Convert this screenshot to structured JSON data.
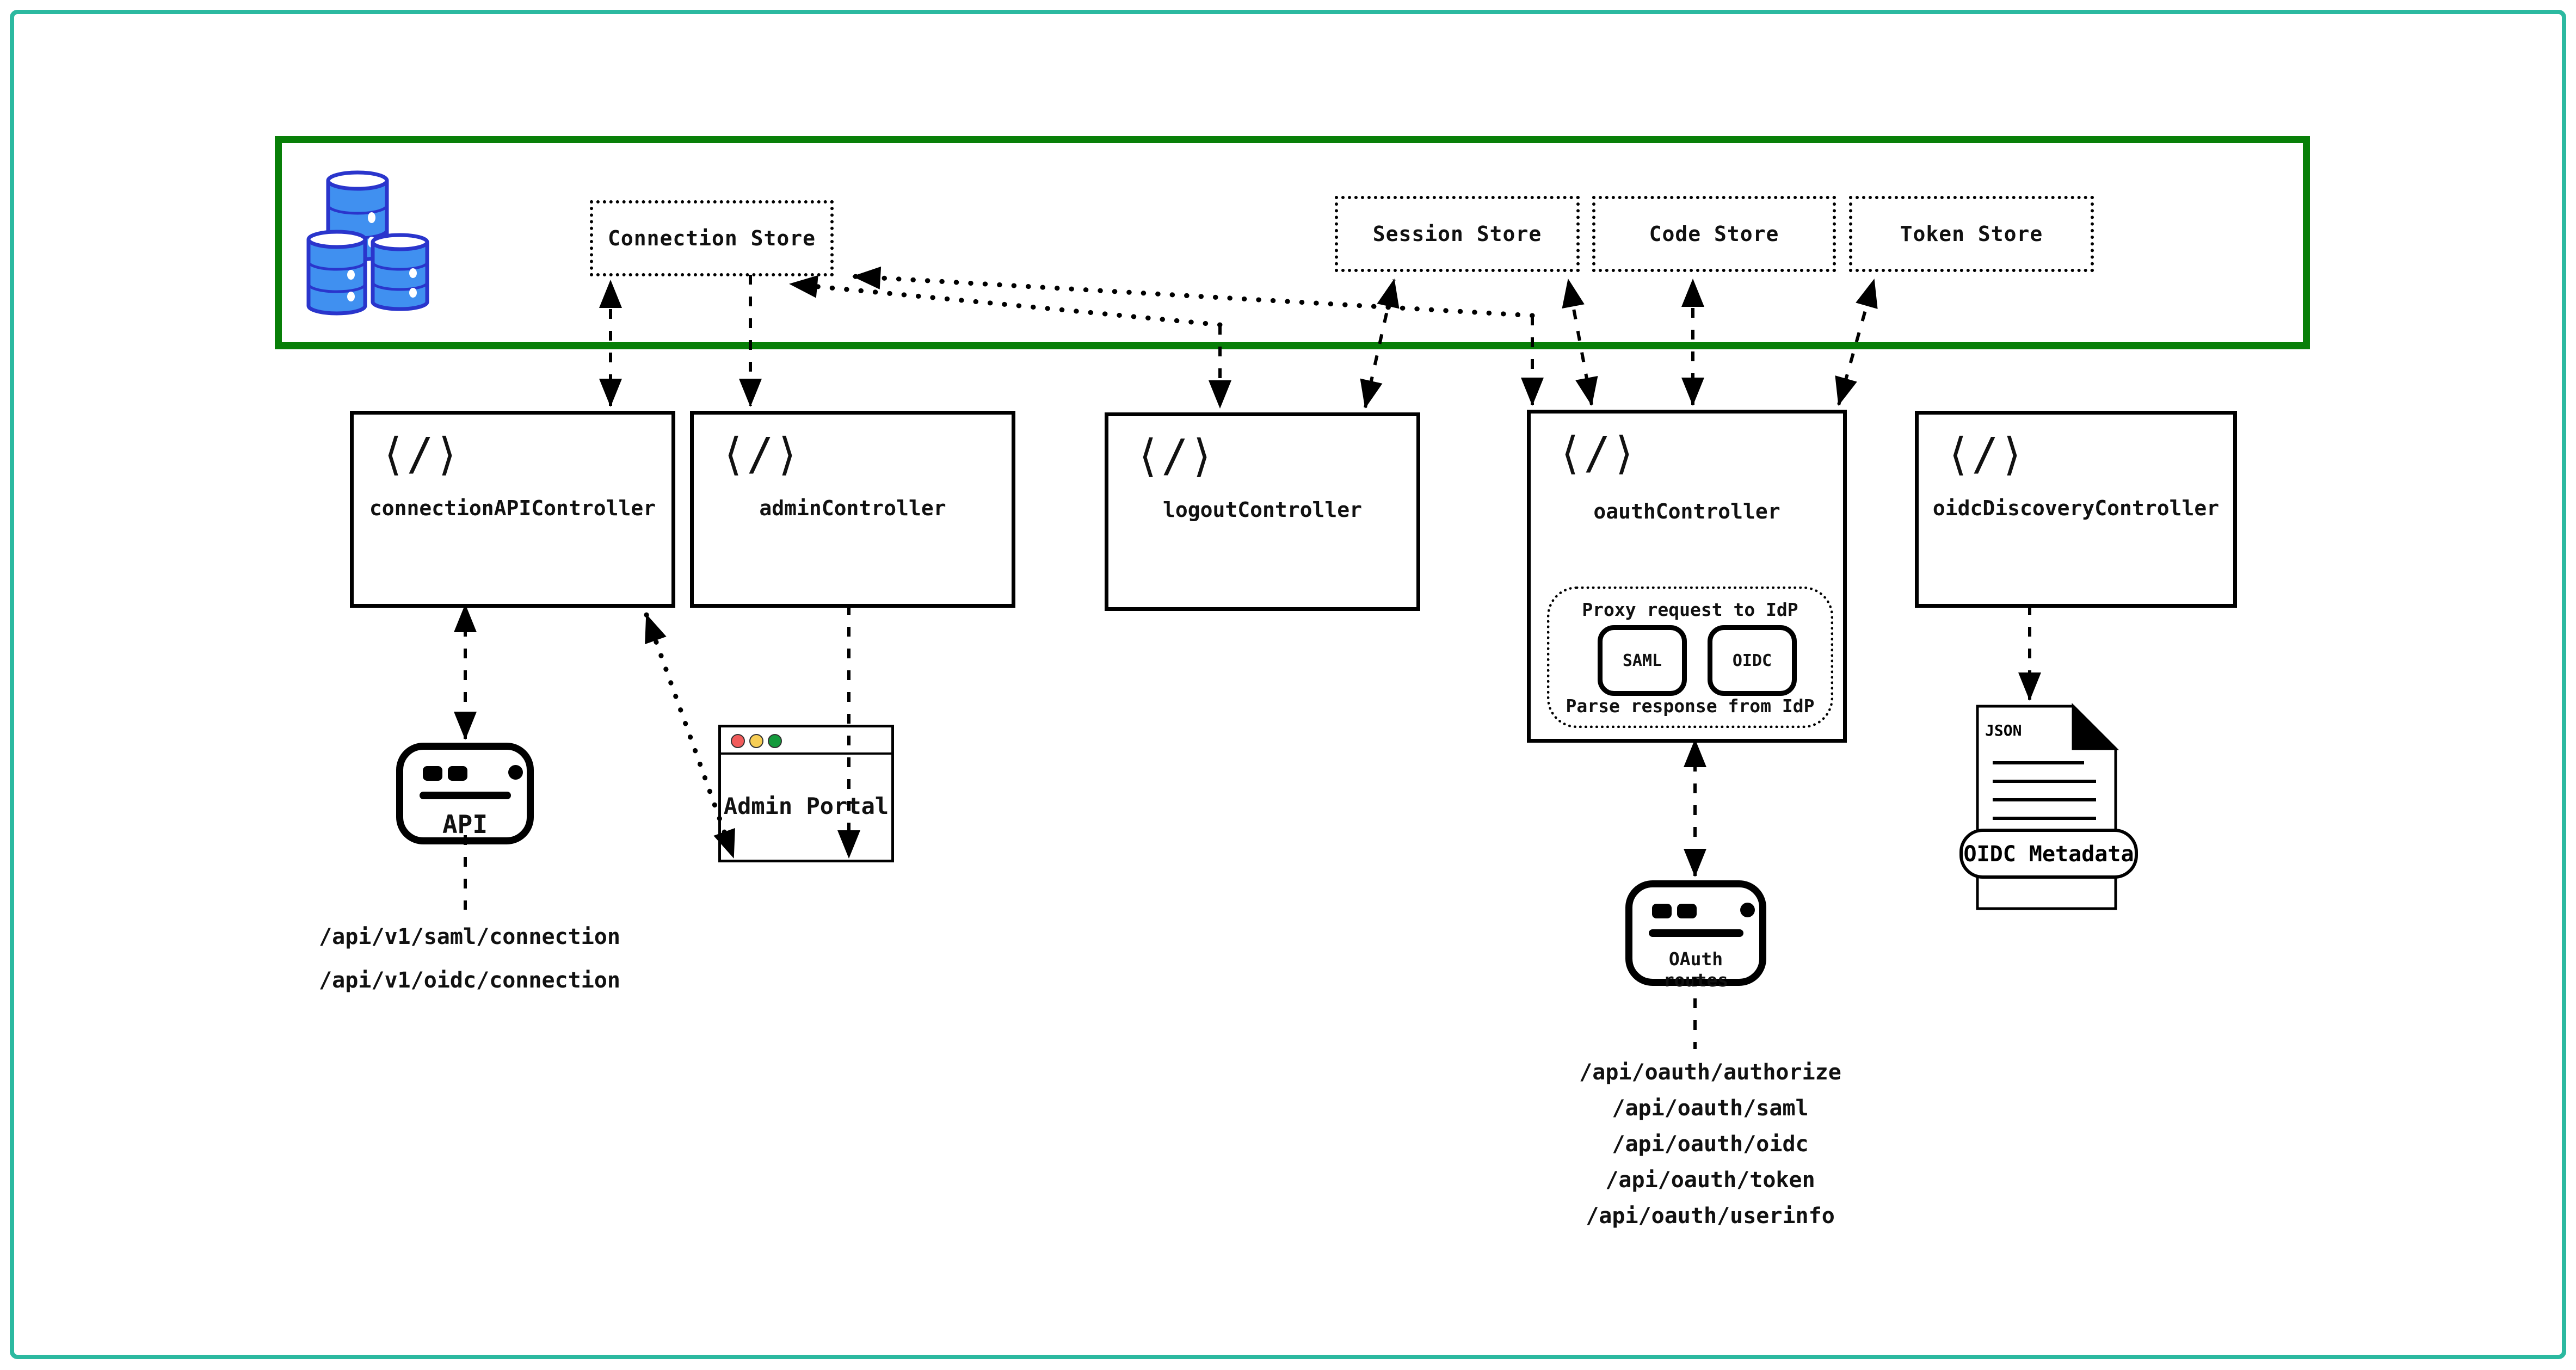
{
  "colors": {
    "frame_teal": "#2cb9a0",
    "zone_green": "#087f08",
    "db_fill": "#4090f0",
    "db_stroke": "#2a35cc",
    "traffic_red": "#f15b5b",
    "traffic_yellow": "#f7ce55",
    "traffic_green": "#149a3c"
  },
  "code_icon": "⟨/⟩",
  "stores": {
    "connection": "Connection Store",
    "session": "Session Store",
    "code": "Code Store",
    "token": "Token Store"
  },
  "controllers": {
    "connection_api": "connectionAPIController",
    "admin": "adminController",
    "logout": "logoutController",
    "oauth": "oauthController",
    "oidc_discovery": "oidcDiscoveryController"
  },
  "oauth_internals": {
    "proxy": "Proxy request to IdP",
    "saml": "SAML",
    "oidc": "OIDC",
    "parse": "Parse response from IdP"
  },
  "clients": {
    "api": "API",
    "admin_portal": "Admin Portal",
    "oauth_routes": "OAuth routes"
  },
  "document": {
    "type": "JSON",
    "label": "OIDC Metadata"
  },
  "api_routes": [
    "/api/v1/saml/connection",
    "/api/v1/oidc/connection"
  ],
  "oauth_route_list": [
    "/api/oauth/authorize",
    "/api/oauth/saml",
    "/api/oauth/oidc",
    "/api/oauth/token",
    "/api/oauth/userinfo"
  ]
}
